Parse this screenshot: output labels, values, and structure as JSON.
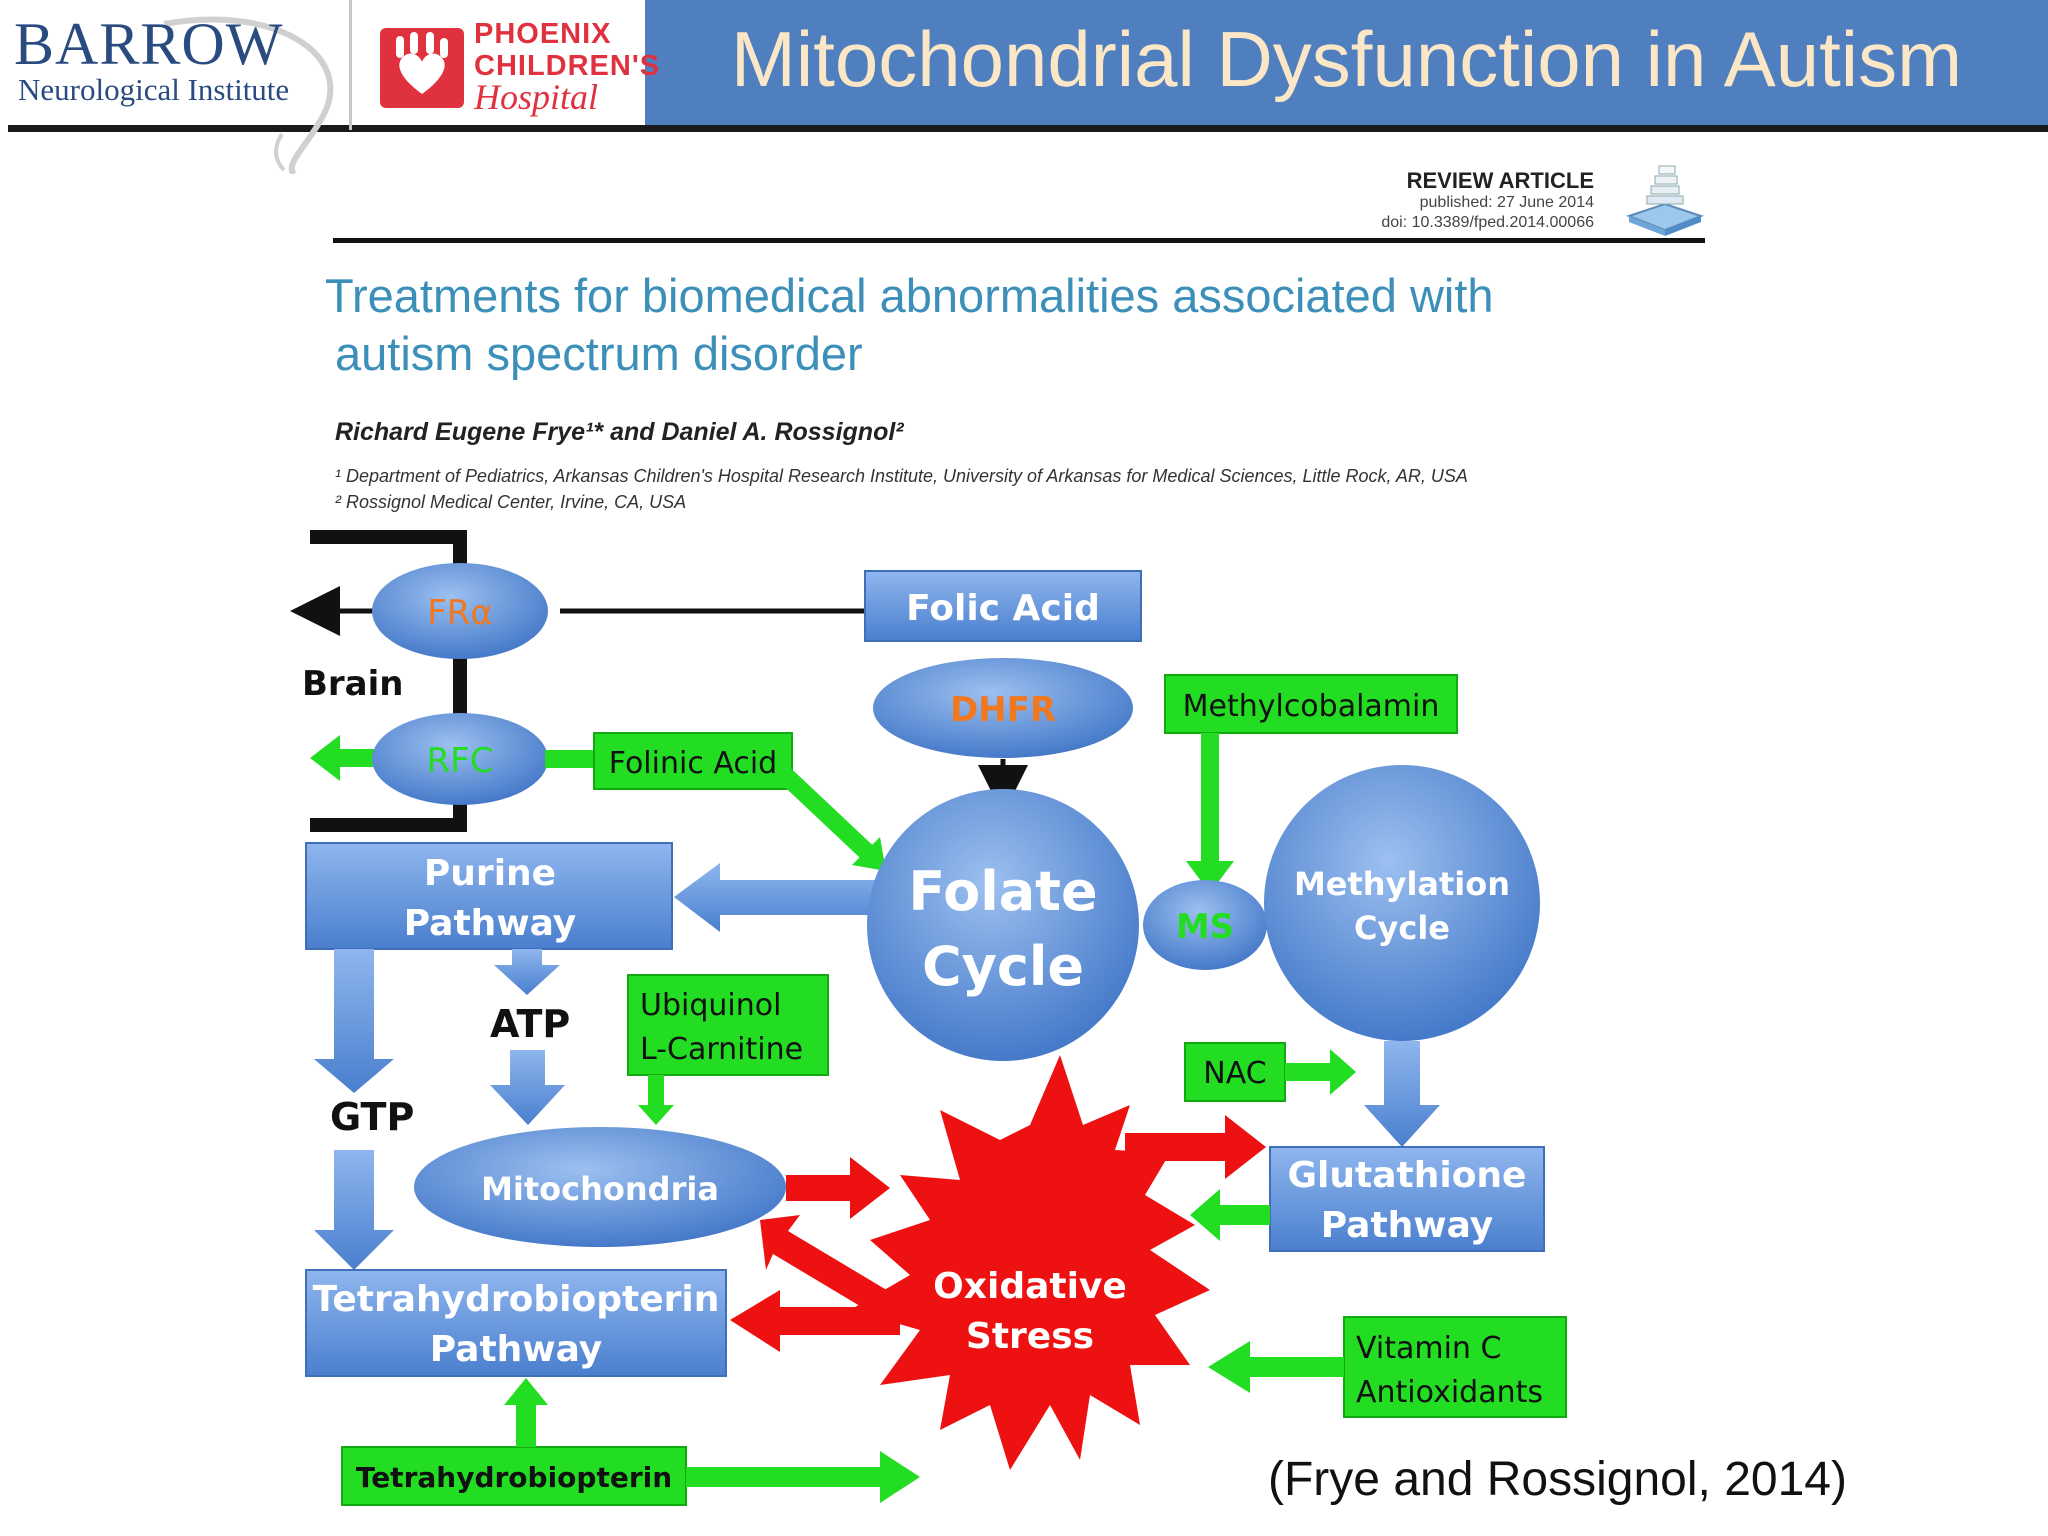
{
  "header": {
    "title": "Mitochondrial Dysfunction in Autism",
    "barrow_name": "BARROW",
    "barrow_sub": "Neurological Institute",
    "pch_line1": "PHOENIX",
    "pch_line2": "CHILDREN'S",
    "pch_line3": "Hospital"
  },
  "article": {
    "type_label": "REVIEW ARTICLE",
    "published": "published: 27 June 2014",
    "doi": "doi: 10.3389/fped.2014.00066",
    "title_line1": "Treatments for biomedical abnormalities associated with",
    "title_line2": "autism spectrum disorder",
    "authors": "Richard Eugene Frye¹* and Daniel A. Rossignol²",
    "affiliation_1": "¹ Department of Pediatrics, Arkansas Children's Hospital Research Institute, University of Arkansas for Medical Sciences, Little Rock, AR, USA",
    "affiliation_2": "² Rossignol Medical Center, Irvine, CA, USA"
  },
  "diagram": {
    "fra": "FRα",
    "rfc": "RFC",
    "brain": "Brain",
    "folic_acid": "Folic Acid",
    "dhfr": "DHFR",
    "methylcobalamin": "Methylcobalamin",
    "folinic_acid": "Folinic Acid",
    "purine_line1": "Purine",
    "purine_line2": "Pathway",
    "folate_line1": "Folate",
    "folate_line2": "Cycle",
    "ms": "MS",
    "methylation_line1": "Methylation",
    "methylation_line2": "Cycle",
    "atp": "ATP",
    "ubiquinol_line1": "Ubiquinol",
    "ubiquinol_line2": "L-Carnitine",
    "nac": "NAC",
    "gtp": "GTP",
    "mitochondria": "Mitochondria",
    "glutathione_line1": "Glutathione",
    "glutathione_line2": "Pathway",
    "oxidative_line1": "Oxidative",
    "oxidative_line2": "Stress",
    "bh4_line1": "Tetrahydrobiopterin",
    "bh4_line2": "Pathway",
    "vitc_line1": "Vitamin C",
    "vitc_line2": "Antioxidants",
    "bh4_supplement": "Tetrahydrobiopterin"
  },
  "citation": "(Frye and Rossignol, 2014)",
  "colors": {
    "header_blue": "#4f7fbf",
    "title_text": "#fbe6c6",
    "node_blue": "#5b8fd6",
    "treatment_green": "#22dd22",
    "stress_red": "#ee1111",
    "enzyme_orange": "#f07820",
    "journal_blue": "#3c8fb8"
  },
  "icons": [
    "pch-hand-logo-icon",
    "journal-book-icon",
    "barrow-swirl-icon"
  ]
}
